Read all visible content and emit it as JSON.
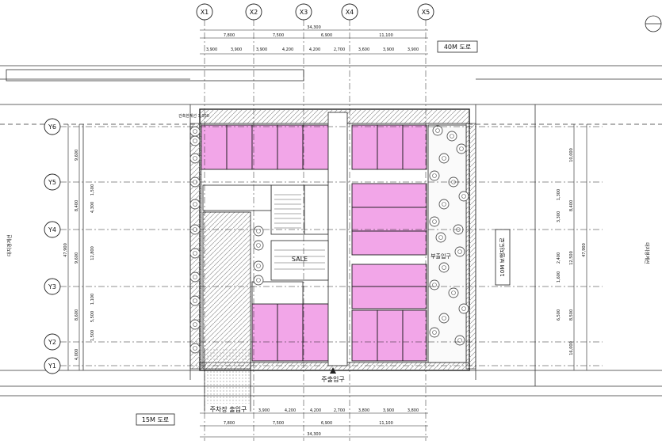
{
  "grid_x": [
    "X1",
    "X2",
    "X3",
    "X4",
    "X5"
  ],
  "grid_y": [
    "Y6",
    "Y5",
    "Y4",
    "Y3",
    "Y2",
    "Y1"
  ],
  "dims_top_total": "34,300",
  "dims_top_main": [
    "7,800",
    "7,500",
    "6,900",
    "11,100"
  ],
  "dims_top_sub": [
    "3,900",
    "3,900",
    "3,900",
    "4,200",
    "4,200",
    "2,700",
    "3,600",
    "3,900",
    "3,900"
  ],
  "dims_bottom_main": [
    "7,800",
    "7,500",
    "6,900",
    "11,100"
  ],
  "dims_bottom_sub": [
    "3,900",
    "4,200",
    "4,200",
    "2,700",
    "3,800",
    "3,900",
    "3,800"
  ],
  "dims_bottom_total": "34,300",
  "dims_left_main": [
    "9,600",
    "8,400",
    "9,600",
    "8,600",
    "4,000"
  ],
  "dims_left_total": "47,900",
  "dims_left_sub": [
    "1,500",
    "4,300",
    "12,800",
    "1,100",
    "5,500",
    "1,500"
  ],
  "dims_right_main": [
    "10,000",
    "8,400",
    "12,500",
    "8,500",
    "16,000"
  ],
  "dims_right_sub": [
    "1,300",
    "3,300",
    "2,400",
    "1,600",
    "6,500"
  ],
  "dims_right_total": "47,900",
  "road_top": "40M 도로",
  "road_bottom": "15M 도로",
  "road_right": "10M 보행자도로",
  "road_left_vertical": "대지경계선",
  "road_right_vertical": "대지경계선",
  "entrance_bottom": "주출입구",
  "parking_entrance": "주차장 출입구",
  "side_entrance": "부출입구",
  "center_label": "SALE",
  "corner_note": "건축한계선 3,000",
  "colors": {
    "line": "#222222",
    "unit": "#f2a6e8",
    "unit_stroke": "#1b1b1b",
    "tree": "#555555",
    "hatch": "#888888",
    "road": "#f7f7f7"
  }
}
